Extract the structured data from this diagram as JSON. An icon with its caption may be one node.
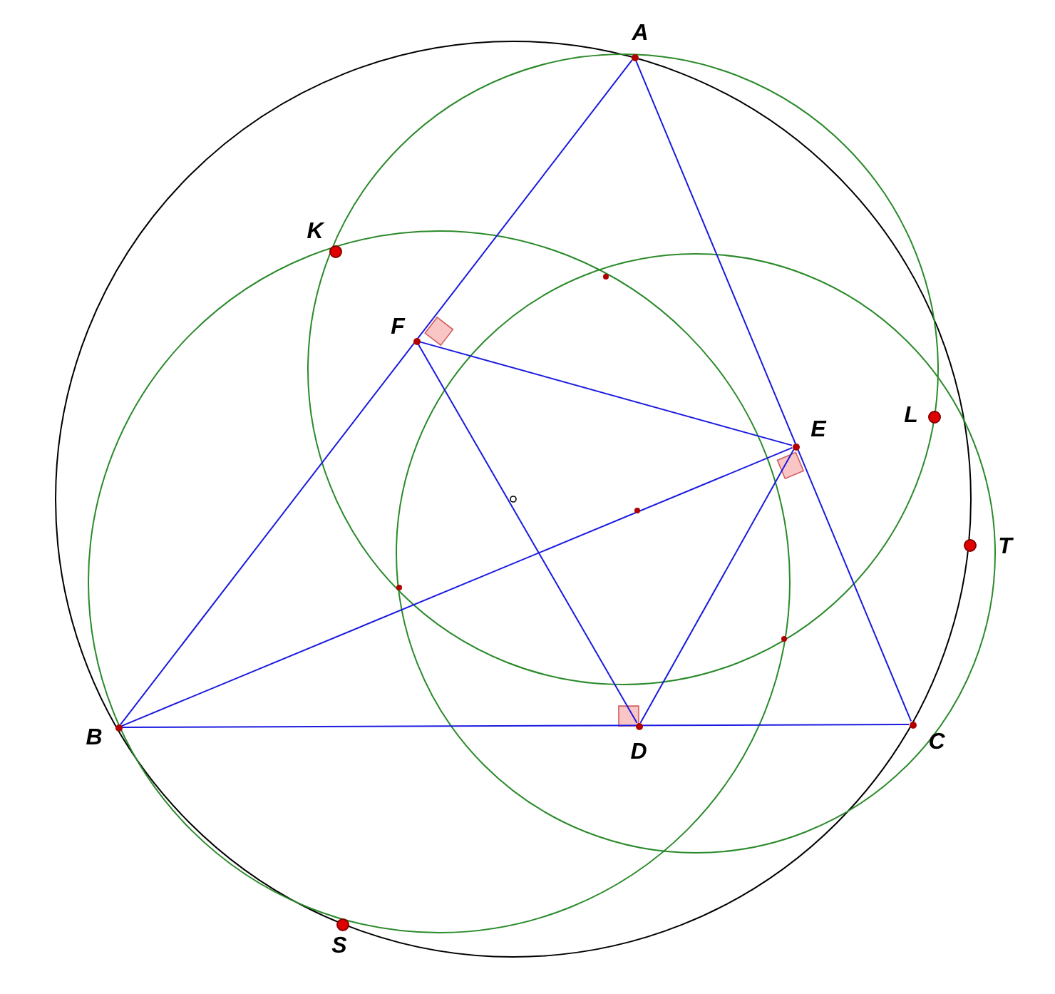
{
  "diagram": {
    "nodes": [
      {
        "text": [],
        "shape": "circle",
        "beside": [
          "A"
        ]
      },
      {
        "text": [],
        "shape": "circle",
        "beside": [
          "B"
        ]
      },
      {
        "text": [],
        "shape": "circle",
        "beside": [
          "C"
        ]
      },
      {
        "text": [],
        "shape": "circle",
        "beside": [
          "D"
        ]
      },
      {
        "text": [],
        "shape": "circle",
        "beside": [
          "E"
        ]
      },
      {
        "text": [],
        "shape": "circle",
        "beside": [
          "F"
        ]
      },
      {
        "text": [],
        "shape": "circle",
        "beside": [
          "K"
        ]
      },
      {
        "text": [],
        "shape": "circle",
        "beside": [
          "L"
        ]
      },
      {
        "text": [],
        "shape": "circle",
        "beside": [
          "T"
        ]
      },
      {
        "text": [],
        "shape": "circle",
        "beside": [
          "S"
        ]
      }
    ],
    "edges": [
      {
        "from": 0,
        "to": 1,
        "arrow": "none"
      },
      {
        "from": 0,
        "to": 2,
        "arrow": "none"
      },
      {
        "from": 1,
        "to": 2,
        "arrow": "none"
      },
      {
        "from": 5,
        "to": 4,
        "arrow": "none"
      },
      {
        "from": 5,
        "to": 3,
        "arrow": "none"
      },
      {
        "from": 3,
        "to": 4,
        "arrow": "none"
      },
      {
        "from": 1,
        "to": 4,
        "arrow": "none"
      }
    ]
  }
}
